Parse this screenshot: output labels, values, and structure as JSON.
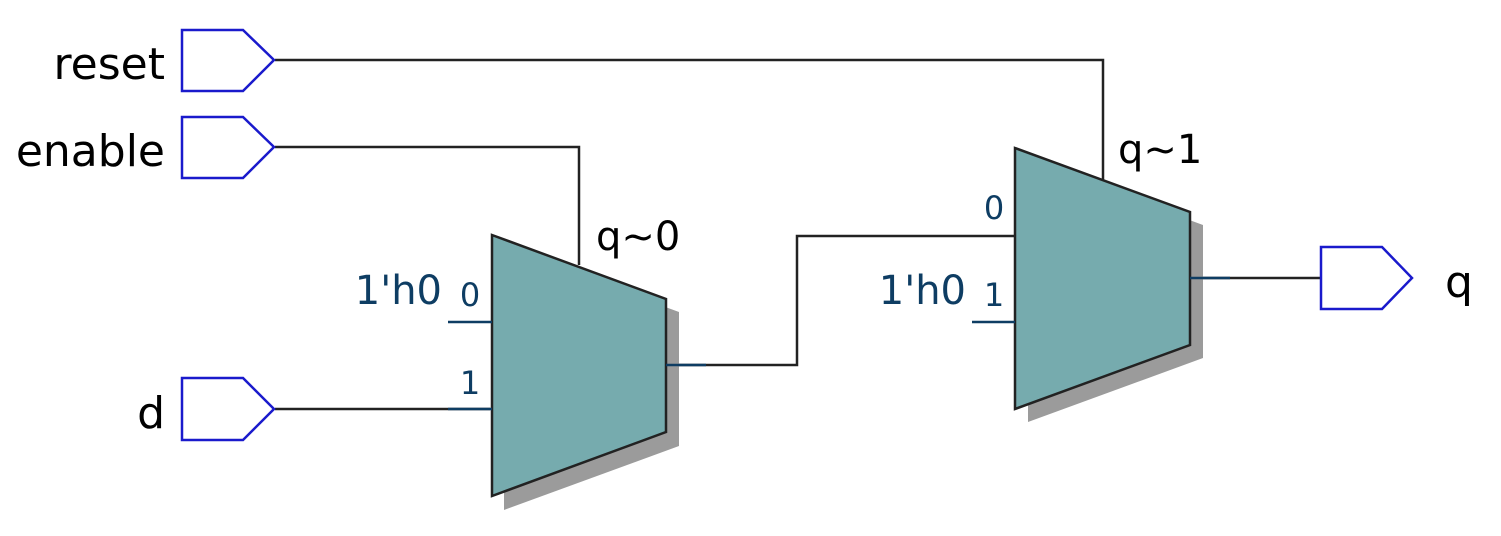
{
  "inputs": [
    {
      "name": "reset"
    },
    {
      "name": "enable"
    },
    {
      "name": "d"
    }
  ],
  "outputs": [
    {
      "name": "q"
    }
  ],
  "muxes": [
    {
      "name": "q~0",
      "const_value": "1'h0",
      "pin0": "0",
      "pin1": "1"
    },
    {
      "name": "q~1",
      "const_value": "1'h0",
      "pin0": "0",
      "pin1": "1"
    }
  ],
  "colors": {
    "port_stroke": "#1a1acc",
    "mux_fill": "#76abae",
    "mux_shadow": "#9b9b9b",
    "wire": "#222222",
    "pin_text": "#0e3d63"
  }
}
